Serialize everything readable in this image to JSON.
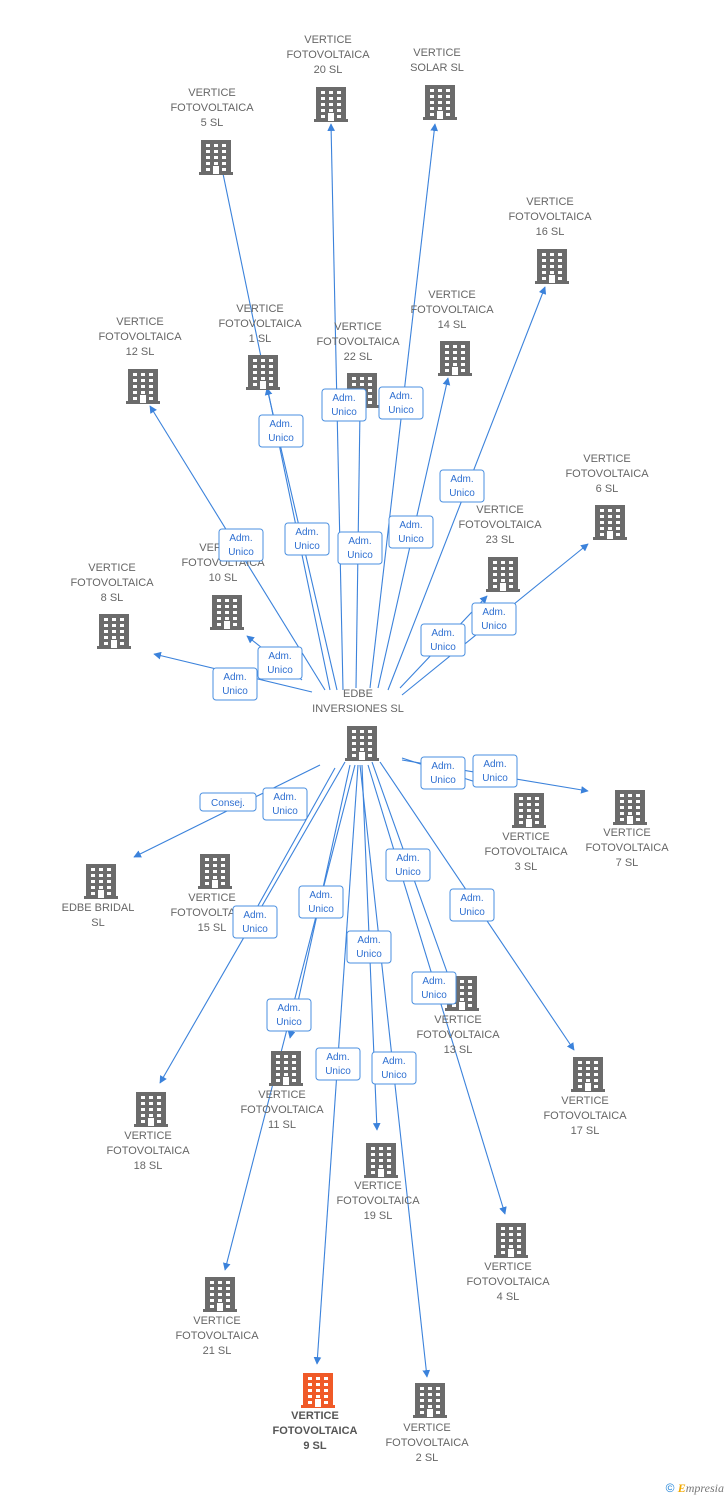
{
  "colors": {
    "node": "#6b6b6b",
    "highlight": "#f05a28",
    "edge": "#3b82db",
    "relation": "#2e6fd1"
  },
  "footer": {
    "copyright": "©",
    "brand_initial": "E",
    "brand_rest": "mpresia"
  },
  "nodes": [
    {
      "id": "center",
      "lines": [
        "EDBE",
        "INVERSIONES SL"
      ]
    },
    {
      "id": "v20",
      "lines": [
        "VERTICE",
        "FOTOVOLTAICA",
        "20 SL"
      ]
    },
    {
      "id": "solar",
      "lines": [
        "VERTICE",
        "SOLAR SL"
      ]
    },
    {
      "id": "v5",
      "lines": [
        "VERTICE",
        "FOTOVOLTAICA",
        "5 SL"
      ]
    },
    {
      "id": "v16",
      "lines": [
        "VERTICE",
        "FOTOVOLTAICA",
        "16 SL"
      ]
    },
    {
      "id": "v12",
      "lines": [
        "VERTICE",
        "FOTOVOLTAICA",
        "12 SL"
      ]
    },
    {
      "id": "v1",
      "lines": [
        "VERTICE",
        "FOTOVOLTAICA",
        "1 SL"
      ]
    },
    {
      "id": "v22",
      "lines": [
        "VERTICE",
        "FOTOVOLTAICA",
        "22 SL"
      ]
    },
    {
      "id": "v14",
      "lines": [
        "VERTICE",
        "FOTOVOLTAICA",
        "14 SL"
      ]
    },
    {
      "id": "v6",
      "lines": [
        "VERTICE",
        "FOTOVOLTAICA",
        "6 SL"
      ]
    },
    {
      "id": "v23",
      "lines": [
        "VERTICE",
        "FOTOVOLTAICA",
        "23 SL"
      ]
    },
    {
      "id": "v10",
      "lines": [
        "VERTICE",
        "FOTOVOLTAICA",
        "10 SL"
      ]
    },
    {
      "id": "v8",
      "lines": [
        "VERTICE",
        "FOTOVOLTAICA",
        "8 SL"
      ]
    },
    {
      "id": "v3",
      "lines": [
        "VERTICE",
        "FOTOVOLTAICA",
        "3 SL"
      ]
    },
    {
      "id": "v7",
      "lines": [
        "VERTICE",
        "FOTOVOLTAICA",
        "7 SL"
      ]
    },
    {
      "id": "bridal",
      "lines": [
        "EDBE BRIDAL",
        "SL"
      ]
    },
    {
      "id": "v15",
      "lines": [
        "VERTICE",
        "FOTOVOLTAICA",
        "15 SL"
      ]
    },
    {
      "id": "v13",
      "lines": [
        "VERTICE",
        "FOTOVOLTAICA",
        "13 SL"
      ]
    },
    {
      "id": "v17",
      "lines": [
        "VERTICE",
        "FOTOVOLTAICA",
        "17 SL"
      ]
    },
    {
      "id": "v18",
      "lines": [
        "VERTICE",
        "FOTOVOLTAICA",
        "18 SL"
      ]
    },
    {
      "id": "v11",
      "lines": [
        "VERTICE",
        "FOTOVOLTAICA",
        "11 SL"
      ]
    },
    {
      "id": "v19",
      "lines": [
        "VERTICE",
        "FOTOVOLTAICA",
        "19 SL"
      ]
    },
    {
      "id": "v4",
      "lines": [
        "VERTICE",
        "FOTOVOLTAICA",
        "4 SL"
      ]
    },
    {
      "id": "v21",
      "lines": [
        "VERTICE",
        "FOTOVOLTAICA",
        "21 SL"
      ]
    },
    {
      "id": "v9",
      "lines": [
        "VERTICE",
        "FOTOVOLTAICA",
        "9 SL"
      ],
      "highlight": true
    },
    {
      "id": "v2",
      "lines": [
        "VERTICE",
        "FOTOVOLTAICA",
        "2 SL"
      ]
    }
  ],
  "edges": [
    {
      "to": "v20",
      "label": [
        "Adm.",
        "Unico"
      ]
    },
    {
      "to": "solar",
      "label": [
        "Adm.",
        "Unico"
      ]
    },
    {
      "to": "v5",
      "label": [
        "Adm.",
        "Unico"
      ]
    },
    {
      "to": "v16",
      "label": [
        "Adm.",
        "Unico"
      ]
    },
    {
      "to": "v12",
      "label": [
        "Adm.",
        "Unico"
      ]
    },
    {
      "to": "v1",
      "label": [
        "Adm.",
        "Unico"
      ]
    },
    {
      "to": "v22",
      "label": [
        "Adm.",
        "Unico"
      ]
    },
    {
      "to": "v14",
      "label": [
        "Adm.",
        "Unico"
      ]
    },
    {
      "to": "v6",
      "label": [
        "Adm.",
        "Unico"
      ]
    },
    {
      "to": "v23",
      "label": [
        "Adm.",
        "Unico"
      ]
    },
    {
      "to": "v10",
      "label": [
        "Adm.",
        "Unico"
      ]
    },
    {
      "to": "v8",
      "label": [
        "Adm.",
        "Unico"
      ]
    },
    {
      "to": "v3",
      "label": [
        "Adm.",
        "Unico"
      ]
    },
    {
      "to": "v7",
      "label": [
        "Adm.",
        "Unico"
      ]
    },
    {
      "to": "bridal",
      "label": [
        "Consej."
      ]
    },
    {
      "to": "v15",
      "label": [
        "Adm.",
        "Unico"
      ]
    },
    {
      "to": "v13",
      "label": [
        "Adm.",
        "Unico"
      ]
    },
    {
      "to": "v17",
      "label": [
        "Adm.",
        "Unico"
      ]
    },
    {
      "to": "v18",
      "label": [
        "Adm.",
        "Unico"
      ]
    },
    {
      "to": "v11",
      "label": [
        "Adm.",
        "Unico"
      ]
    },
    {
      "to": "v19",
      "label": [
        "Adm.",
        "Unico"
      ]
    },
    {
      "to": "v4",
      "label": [
        "Adm.",
        "Unico"
      ]
    },
    {
      "to": "v21",
      "label": [
        "Adm.",
        "Unico"
      ]
    },
    {
      "to": "v9",
      "label": [
        "Adm.",
        "Unico"
      ]
    },
    {
      "to": "v2",
      "label": [
        "Adm.",
        "Unico"
      ]
    }
  ]
}
